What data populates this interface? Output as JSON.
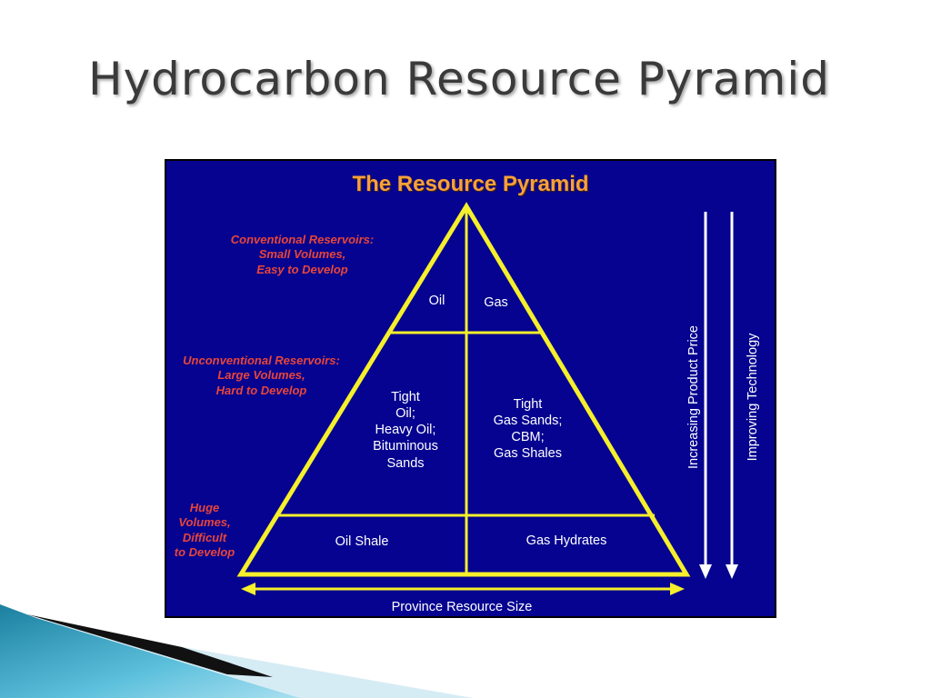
{
  "slide": {
    "title": "Hydrocarbon Resource Pyramid"
  },
  "figure": {
    "title": "The Resource Pyramid",
    "left_labels": {
      "conventional": "Conventional Reservoirs:\nSmall Volumes,\nEasy to Develop",
      "unconventional": "Unconventional Reservoirs:\nLarge Volumes,\nHard to Develop",
      "huge": "Huge\nVolumes,\nDifficult\nto Develop"
    },
    "cells": {
      "top_left": "Oil",
      "top_right": "Gas",
      "middle_left": "Tight\nOil;\nHeavy Oil;\nBituminous\nSands",
      "middle_right": "Tight\nGas Sands;\nCBM;\nGas Shales",
      "bottom_left": "Oil Shale",
      "bottom_right": "Gas Hydrates"
    },
    "right_labels": {
      "price": "Increasing Product Price",
      "technology": "Improving Technology"
    },
    "bottom_label": "Province Resource Size",
    "colors": {
      "background": "#05038f",
      "pyramid_lines": "#f5ef2c",
      "title": "#f7a03c",
      "side_labels": "#e8453a",
      "text": "#ffffff"
    }
  }
}
